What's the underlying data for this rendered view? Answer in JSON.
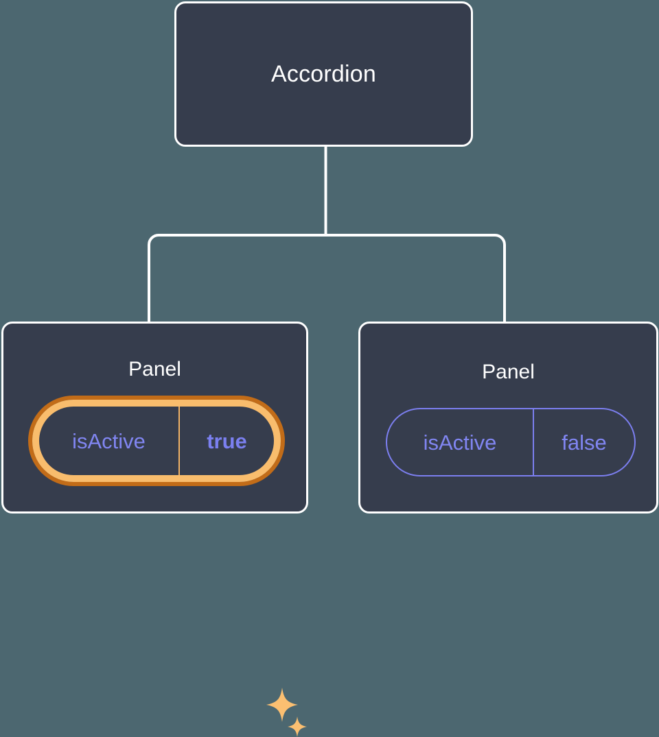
{
  "diagram": {
    "type": "component-tree",
    "background_color": "#4c6770",
    "node_fill": "#363d4d",
    "node_border": "#ffffff",
    "connector_color": "#ffffff",
    "accent_highlight": "#f9bd6d",
    "accent_highlight_outer": "#c26c18",
    "prop_text_color": "#8186f2"
  },
  "root": {
    "label": "Accordion"
  },
  "children": [
    {
      "label": "Panel",
      "highlighted": true,
      "prop": {
        "key": "isActive",
        "value": "true"
      },
      "sparkles": [
        "sparkle-large",
        "sparkle-small"
      ]
    },
    {
      "label": "Panel",
      "highlighted": false,
      "prop": {
        "key": "isActive",
        "value": "false"
      }
    }
  ]
}
